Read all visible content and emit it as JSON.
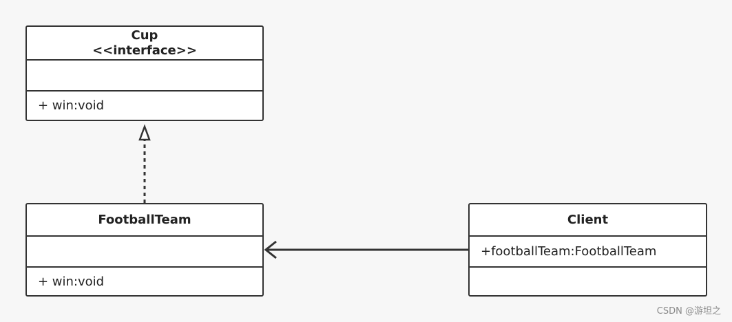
{
  "classes": {
    "cup": {
      "name": "Cup",
      "stereotype": "<<interface>>",
      "attributes": "",
      "operations": "+ win:void"
    },
    "football_team": {
      "name": "FootballTeam",
      "attributes": "",
      "operations": "+ win:void"
    },
    "client": {
      "name": "Client",
      "attributes": "+footballTeam:FootballTeam",
      "operations": ""
    }
  },
  "relationships": [
    {
      "type": "realization",
      "from": "FootballTeam",
      "to": "Cup"
    },
    {
      "type": "association",
      "from": "Client",
      "to": "FootballTeam"
    }
  ],
  "colors": {
    "stroke": "#333333",
    "fill": "#ffffff",
    "background": "#f7f7f7"
  },
  "watermark": "CSDN @游坦之"
}
